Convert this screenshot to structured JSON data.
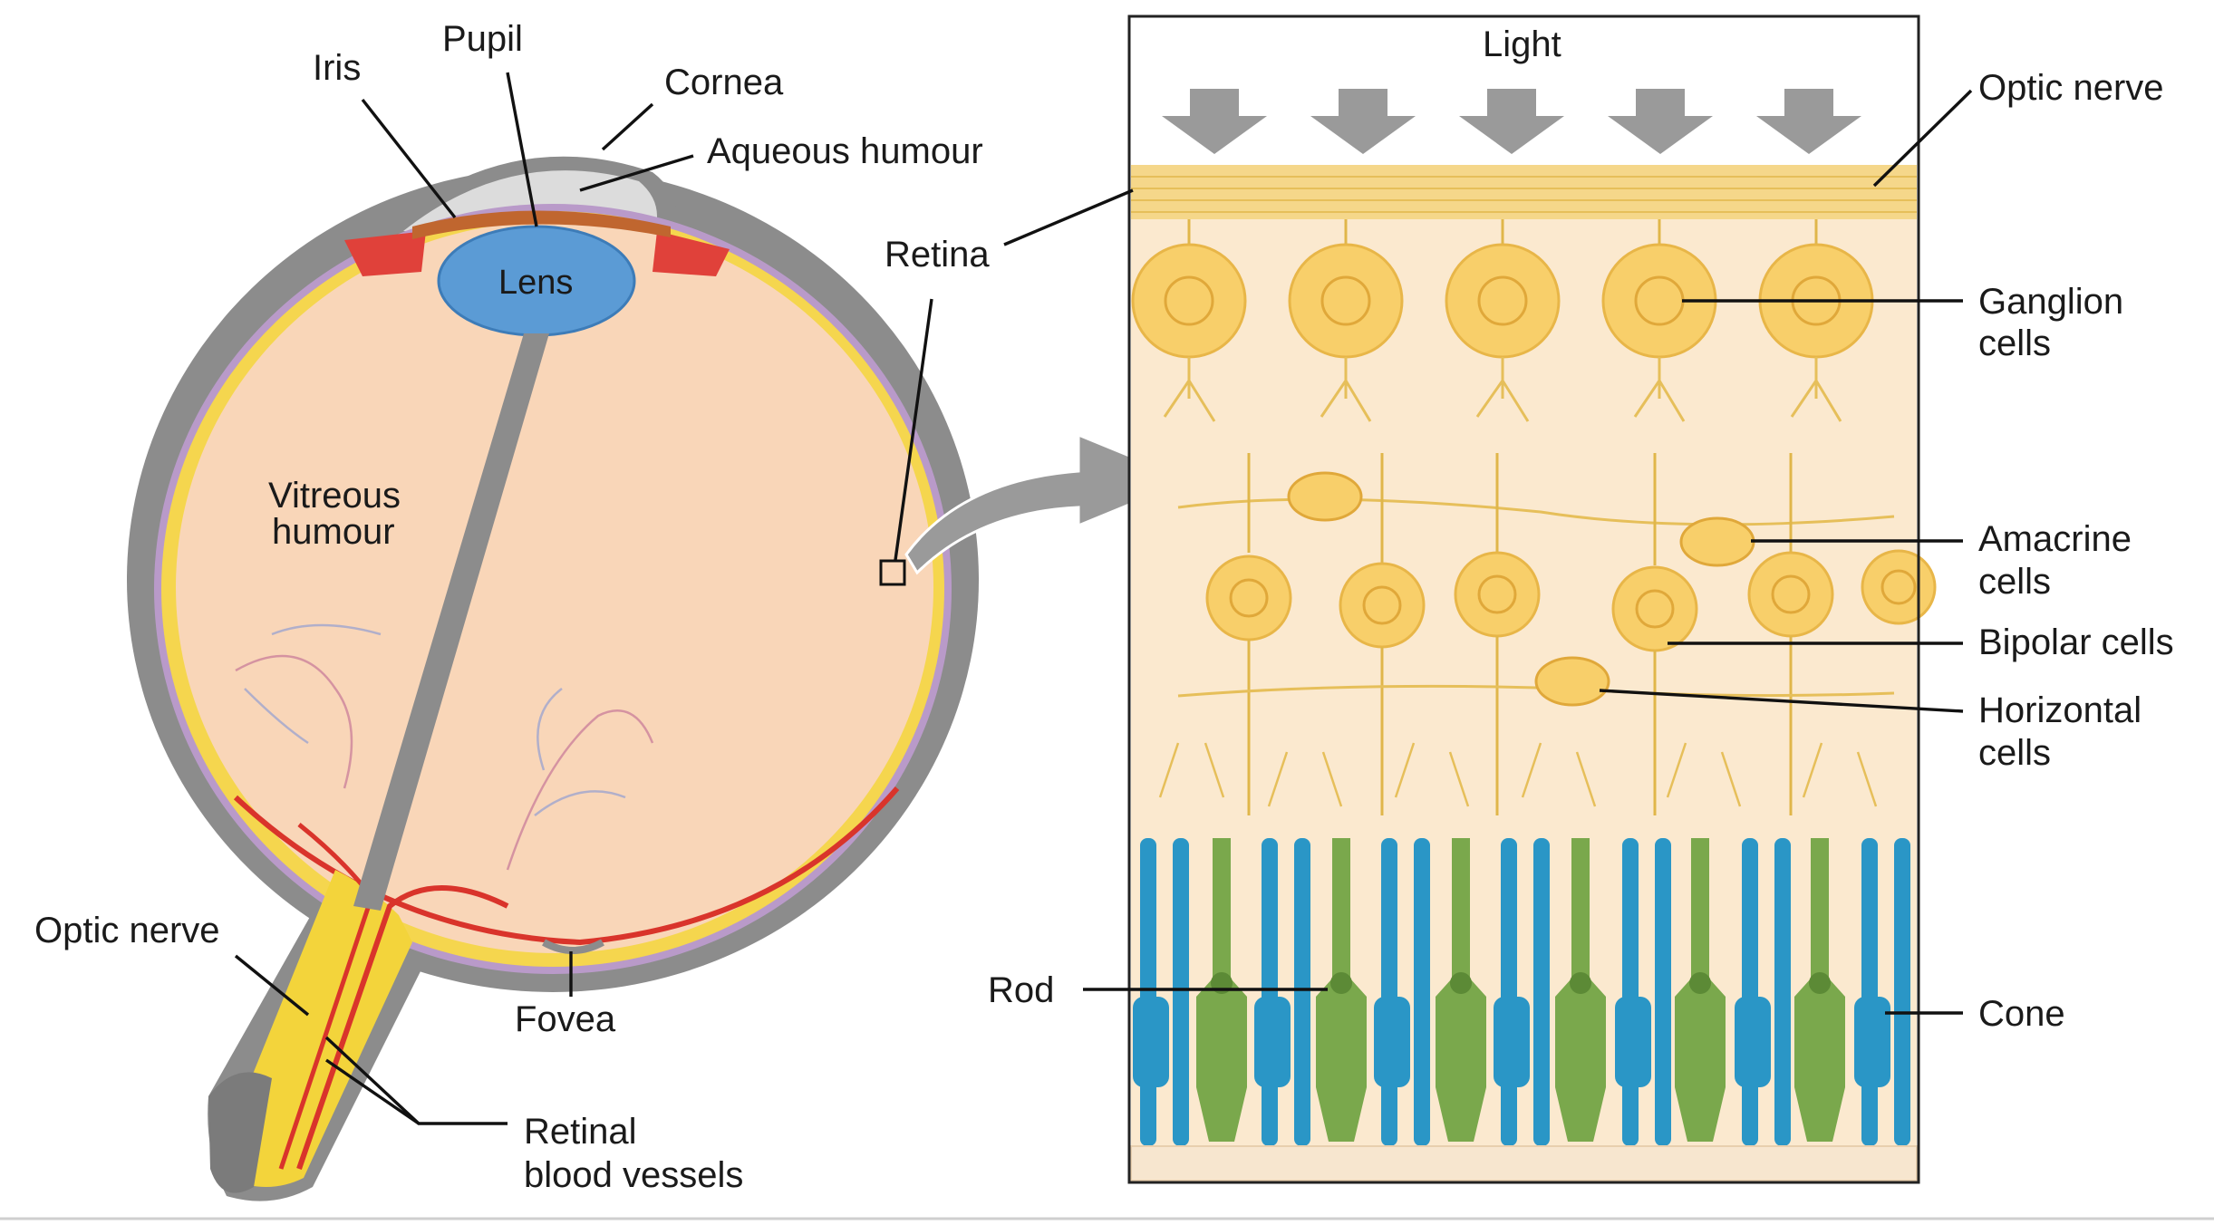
{
  "eye": {
    "labels": {
      "iris": "Iris",
      "pupil": "Pupil",
      "cornea": "Cornea",
      "aqueous": "Aqueous humour",
      "lens": "Lens",
      "vitreous_1": "Vitreous",
      "vitreous_2": "humour",
      "optic_nerve": "Optic nerve",
      "fovea": "Fovea",
      "retinal_vessels_1": "Retinal",
      "retinal_vessels_2": "blood vessels",
      "retina": "Retina"
    }
  },
  "retina_detail": {
    "labels": {
      "light": "Light",
      "optic_nerve": "Optic nerve",
      "ganglion_1": "Ganglion",
      "ganglion_2": "cells",
      "amacrine_1": "Amacrine",
      "amacrine_2": "cells",
      "bipolar": "Bipolar cells",
      "horizontal_1": "Horizontal",
      "horizontal_2": "cells",
      "rod": "Rod",
      "cone": "Cone"
    }
  },
  "colors": {
    "sclera": "#8c8c8c",
    "vitreous": "#f9d6b8",
    "lens": "#5b9bd5",
    "iris": "#c0662f",
    "ciliary": "#e0413a",
    "retina_yellow": "#f5d64e",
    "choroid_purple": "#b99ac9",
    "vessel_red": "#d9342b",
    "nerve_yellow": "#f3d43b",
    "cell_yellow": "#f8cf6a",
    "cell_bg": "#fbe9cf",
    "rod_blue": "#2a96c6",
    "cone_green": "#7aa84c",
    "arrow_gray": "#9a9a9a"
  }
}
